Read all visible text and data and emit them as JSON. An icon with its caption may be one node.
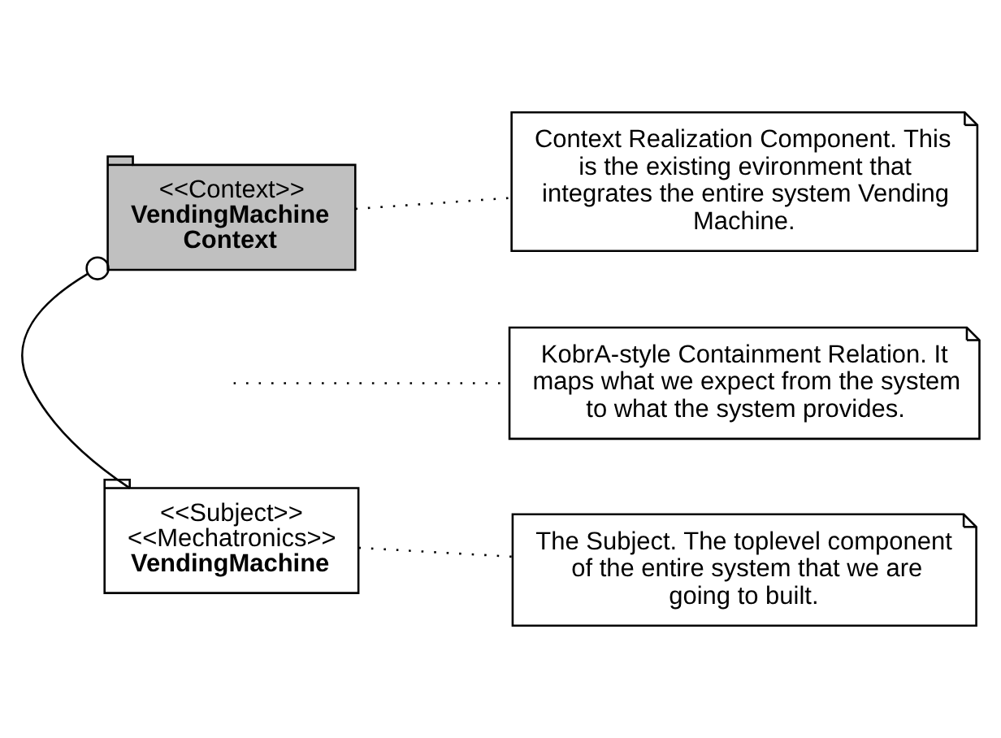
{
  "diagram": {
    "nodes": [
      {
        "text": [
          "<<Context>>",
          "VendingMachine Context"
        ]
      },
      {
        "text": [
          "Context Realization Component. This is the existing evironment that integrates the entire system Vending Machine."
        ]
      },
      {
        "text": [
          "KobrA-style Containment Relation. It maps what we expect from the system to what the system provides."
        ]
      },
      {
        "text": [
          "<<Subject>> <<Mechatronics>>",
          "VendingMachine"
        ]
      },
      {
        "text": [
          "The Subject. The toplevel component of the entire system that we are going to built."
        ]
      }
    ],
    "edges": [
      {
        "from": 0,
        "to": 1,
        "arrow": "none",
        "style": "dashed"
      },
      {
        "from": 2,
        "to": null,
        "arrow": "none",
        "style": "dashed"
      },
      {
        "from": 3,
        "to": 0,
        "arrow": "other"
      },
      {
        "from": 3,
        "to": 4,
        "arrow": "none",
        "style": "dashed"
      }
    ]
  }
}
